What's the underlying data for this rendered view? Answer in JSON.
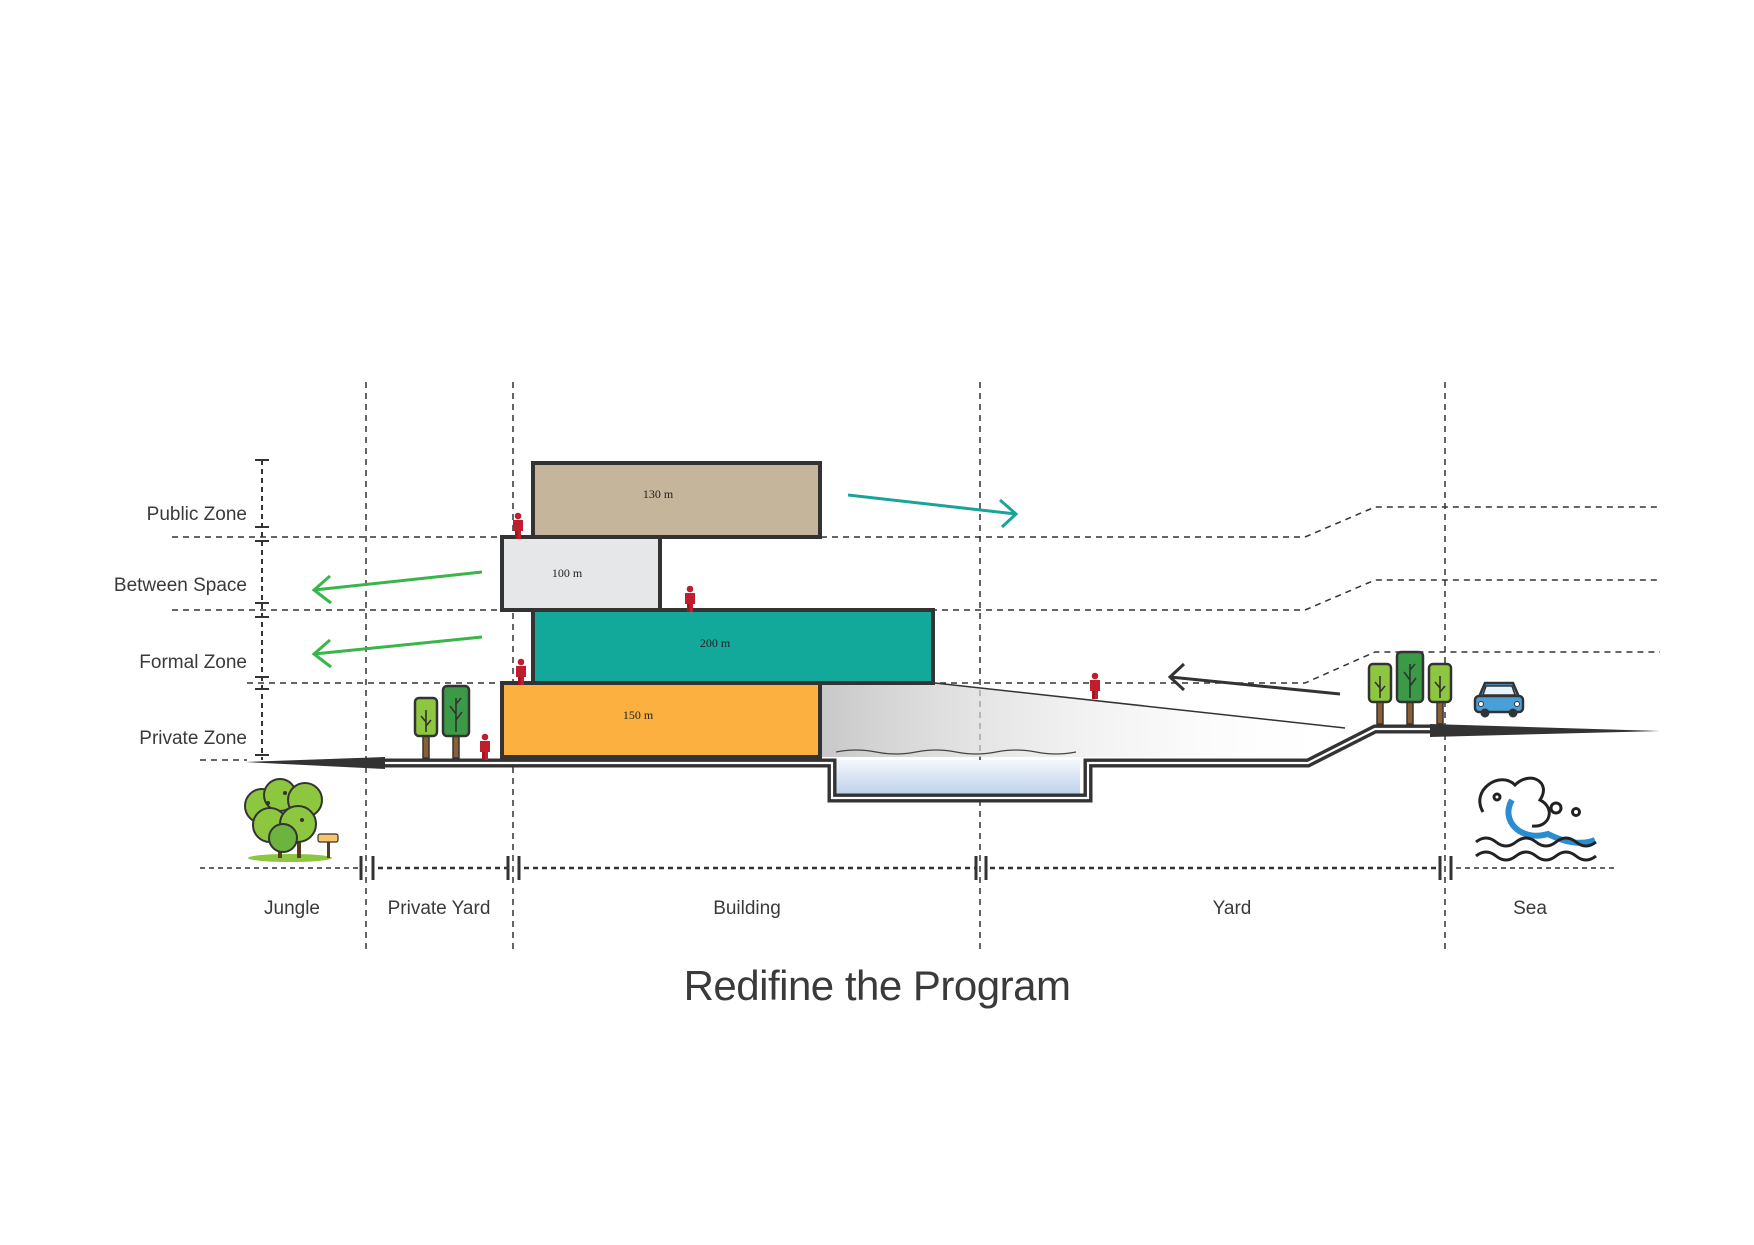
{
  "title": "Redifine the Program",
  "zones": [
    {
      "key": "public",
      "label": "Public Zone"
    },
    {
      "key": "between",
      "label": "Between Space"
    },
    {
      "key": "formal",
      "label": "Formal Zone"
    },
    {
      "key": "private",
      "label": "Private Zone"
    }
  ],
  "sections": [
    {
      "key": "jungle",
      "label": "Jungle"
    },
    {
      "key": "private_yard",
      "label": "Private Yard"
    },
    {
      "key": "building",
      "label": "Building"
    },
    {
      "key": "yard",
      "label": "Yard"
    },
    {
      "key": "sea",
      "label": "Sea"
    }
  ],
  "blocks": [
    {
      "key": "top",
      "label": "130 m",
      "color": "#c4b59b"
    },
    {
      "key": "second",
      "label": "100 m",
      "color": "#e6e7e9"
    },
    {
      "key": "third",
      "label": "200 m",
      "color": "#12a89a"
    },
    {
      "key": "bottom",
      "label": "150 m",
      "color": "#fbb040"
    }
  ],
  "colors": {
    "public_arrow": "#1aa39a",
    "zone_arrow": "#3ab54a",
    "approach_arrow": "#333333",
    "person": "#be1e2d",
    "ground": "#333333",
    "pool_water": "#c9daf0",
    "tree_leaf": "#8dc63f",
    "tree_leaf_dark": "#3a9a46",
    "car": "#4a9fd8",
    "wave": "#2b8ccf"
  },
  "icons": [
    "jungle-bush-icon",
    "signpost-icon",
    "tree-icon",
    "car-icon",
    "sea-wave-icon",
    "person-icon"
  ]
}
